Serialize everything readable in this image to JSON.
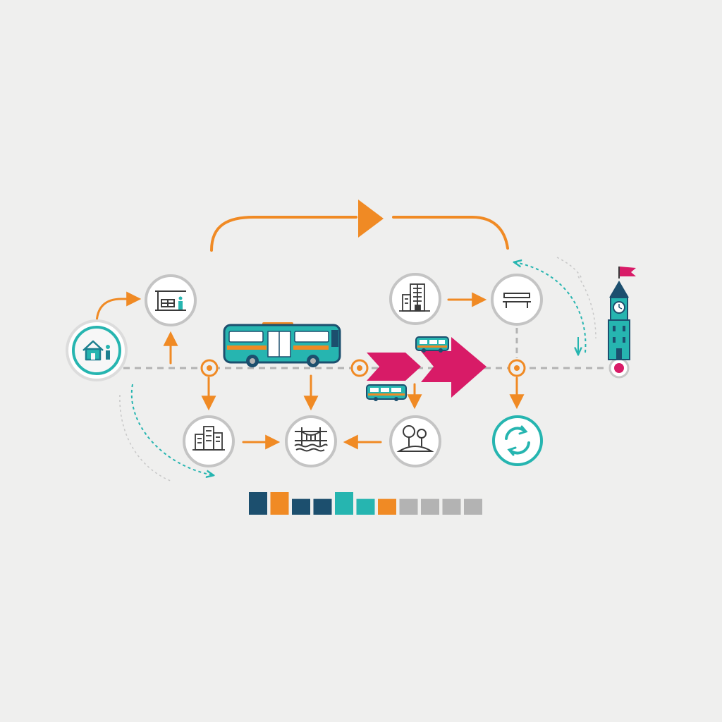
{
  "colors": {
    "background": "#efefee",
    "teal": "#26b5b0",
    "orange": "#f08a24",
    "magenta": "#d81b67",
    "navy": "#1c4f6e",
    "gray": "#b3b3b3",
    "dark": "#3a3a3a"
  },
  "nodes": [
    {
      "id": "home",
      "icon": "home-icon",
      "style": "teal-ring"
    },
    {
      "id": "bus-stop",
      "icon": "bus-stop-shelter-icon",
      "style": "gray-ring"
    },
    {
      "id": "city-buildings",
      "icon": "city-buildings-icon",
      "style": "gray-ring"
    },
    {
      "id": "bridge",
      "icon": "bridge-icon",
      "style": "gray-ring"
    },
    {
      "id": "office-building",
      "icon": "office-building-icon",
      "style": "gray-ring"
    },
    {
      "id": "park",
      "icon": "park-trees-icon",
      "style": "gray-ring"
    },
    {
      "id": "bench",
      "icon": "bench-icon",
      "style": "gray-ring"
    },
    {
      "id": "cycle",
      "icon": "refresh-cycle-icon",
      "style": "teal-ring"
    },
    {
      "id": "clock-tower",
      "icon": "clock-tower-flag-icon",
      "style": "landmark"
    }
  ],
  "vehicles": [
    {
      "id": "main-bus",
      "icon": "bus-icon"
    },
    {
      "id": "small-bus-top",
      "icon": "small-bus-icon"
    },
    {
      "id": "small-bus-bottom",
      "icon": "small-bus-icon"
    }
  ],
  "legend_swatches": [
    "#1c4f6e",
    "#f08a24",
    "#1c4f6e",
    "#1c4f6e",
    "#26b5b0",
    "#26b5b0",
    "#f08a24",
    "#b3b3b3",
    "#b3b3b3",
    "#b3b3b3",
    "#b3b3b3"
  ],
  "legend_swatch_heights": [
    1,
    1,
    0.7,
    0.7,
    1,
    0.7,
    0.7,
    0.7,
    0.7,
    0.7,
    0.7
  ]
}
